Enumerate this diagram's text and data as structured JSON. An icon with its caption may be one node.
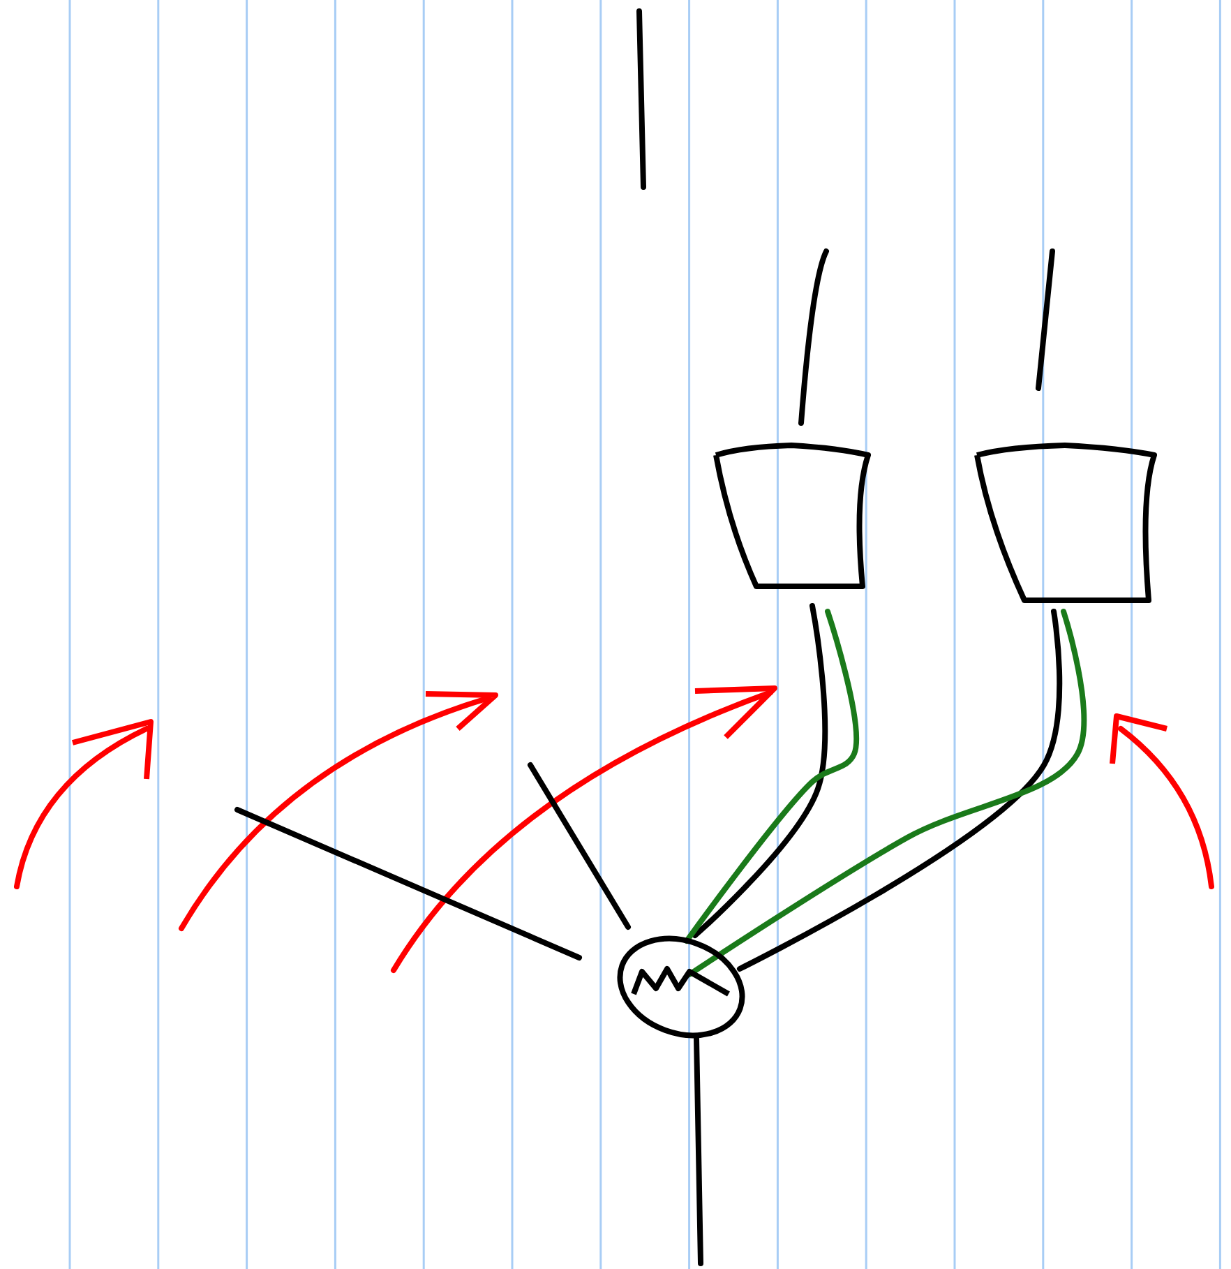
{
  "diagram": {
    "nodes": [
      {
        "text": [],
        "shape": "box"
      },
      {
        "text": [],
        "shape": "box"
      },
      {
        "text": [],
        "shape": "circle"
      }
    ],
    "edges": [
      {
        "from": 0,
        "to": 2,
        "arrow": "none"
      },
      {
        "from": 0,
        "to": 2,
        "arrow": "none",
        "color": "#1a7a1a"
      },
      {
        "from": 1,
        "to": 2,
        "arrow": "none"
      },
      {
        "from": 1,
        "to": 2,
        "arrow": "none",
        "color": "#1a7a1a"
      },
      {
        "from": 2,
        "to": null,
        "arrow": "none"
      },
      {
        "from": 2,
        "to": null,
        "arrow": "none"
      },
      {
        "from": 2,
        "to": null,
        "arrow": "none"
      }
    ]
  }
}
